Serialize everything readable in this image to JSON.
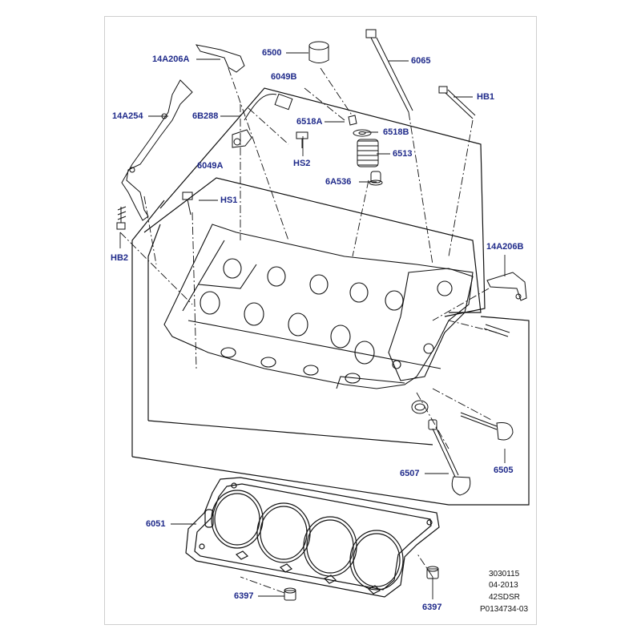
{
  "colors": {
    "label": "#1f2a8a",
    "line": "#111111",
    "frame": "#cfcfcf"
  },
  "callouts": [
    {
      "id": "14A206A",
      "text": "14A206A"
    },
    {
      "id": "6500",
      "text": "6500"
    },
    {
      "id": "6065",
      "text": "6065"
    },
    {
      "id": "6049B",
      "text": "6049B"
    },
    {
      "id": "HB1",
      "text": "HB1"
    },
    {
      "id": "14A254",
      "text": "14A254"
    },
    {
      "id": "6B288",
      "text": "6B288"
    },
    {
      "id": "6518A",
      "text": "6518A"
    },
    {
      "id": "6518B",
      "text": "6518B"
    },
    {
      "id": "6513",
      "text": "6513"
    },
    {
      "id": "HS2",
      "text": "HS2"
    },
    {
      "id": "6049A",
      "text": "6049A"
    },
    {
      "id": "6A536",
      "text": "6A536"
    },
    {
      "id": "HS1",
      "text": "HS1"
    },
    {
      "id": "HB2",
      "text": "HB2"
    },
    {
      "id": "14A206B",
      "text": "14A206B"
    },
    {
      "id": "6507",
      "text": "6507"
    },
    {
      "id": "6505",
      "text": "6505"
    },
    {
      "id": "6051",
      "text": "6051"
    },
    {
      "id": "6397a",
      "text": "6397"
    },
    {
      "id": "6397b",
      "text": "6397"
    }
  ],
  "footer": [
    "3030115",
    "04-2013",
    "42SDSR",
    "P0134734-03"
  ]
}
